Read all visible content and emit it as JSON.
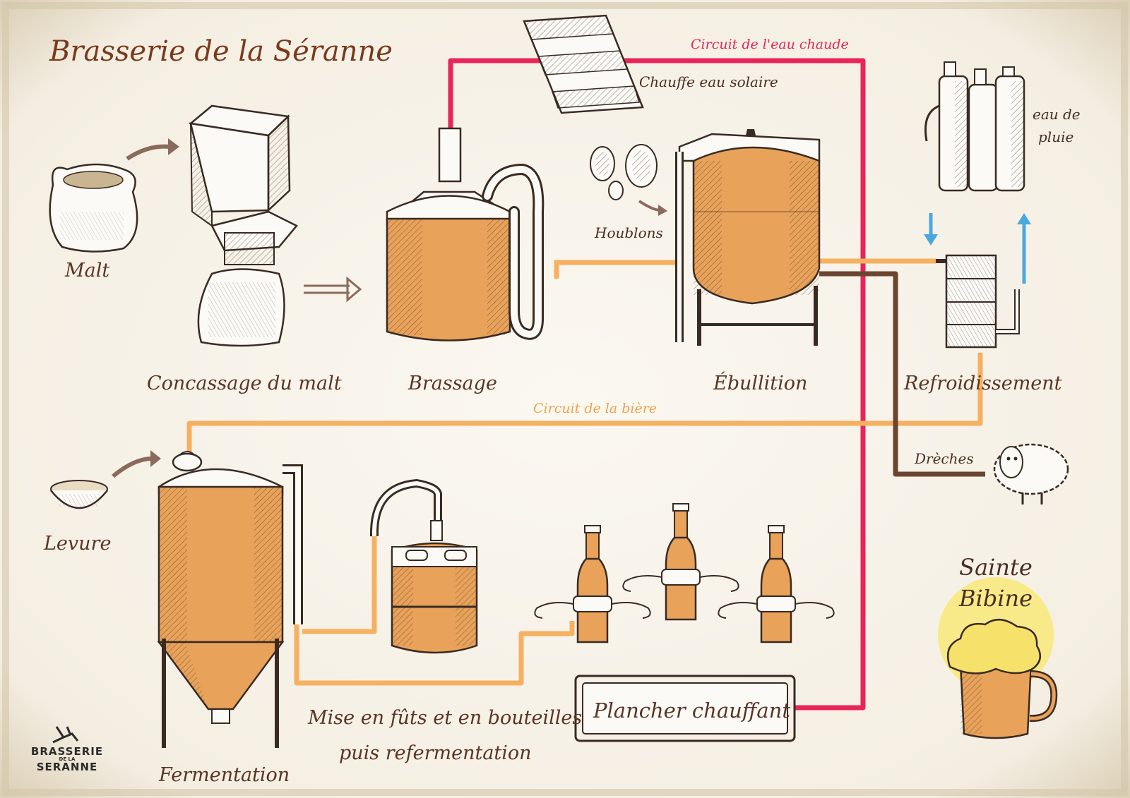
{
  "title": "Brasserie de la Séranne",
  "steps": {
    "malt": "Malt",
    "concassage": "Concassage du malt",
    "brassage": "Brassage",
    "houblons": "Houblons",
    "ebullition": "Ébullition",
    "chauffe_eau": "Chauffe eau solaire",
    "eau_pluie_1": "eau de",
    "eau_pluie_2": "pluie",
    "refroidissement": "Refroidissement",
    "dreches": "Drèches",
    "levure": "Levure",
    "fermentation": "Fermentation",
    "mise_1": "Mise en fûts et en bouteilles",
    "mise_2": "puis refermentation",
    "plancher": "Plancher chauffant",
    "sainte_1": "Sainte",
    "sainte_2": "Bibine"
  },
  "circuits": {
    "hot_water": "Circuit de l'eau chaude",
    "beer": "Circuit de la bière"
  },
  "logo": {
    "line1": "BRASSERIE",
    "line2": "SERANNE",
    "small": "DE LA"
  },
  "colors": {
    "hot_water": "#e8245a",
    "beer": "#f5b060",
    "dreches": "#6b4530",
    "cold_in": "#4aa8e0",
    "copper": "#e8a25a",
    "ink": "#3a2a22",
    "halo": "#f8ea88"
  }
}
